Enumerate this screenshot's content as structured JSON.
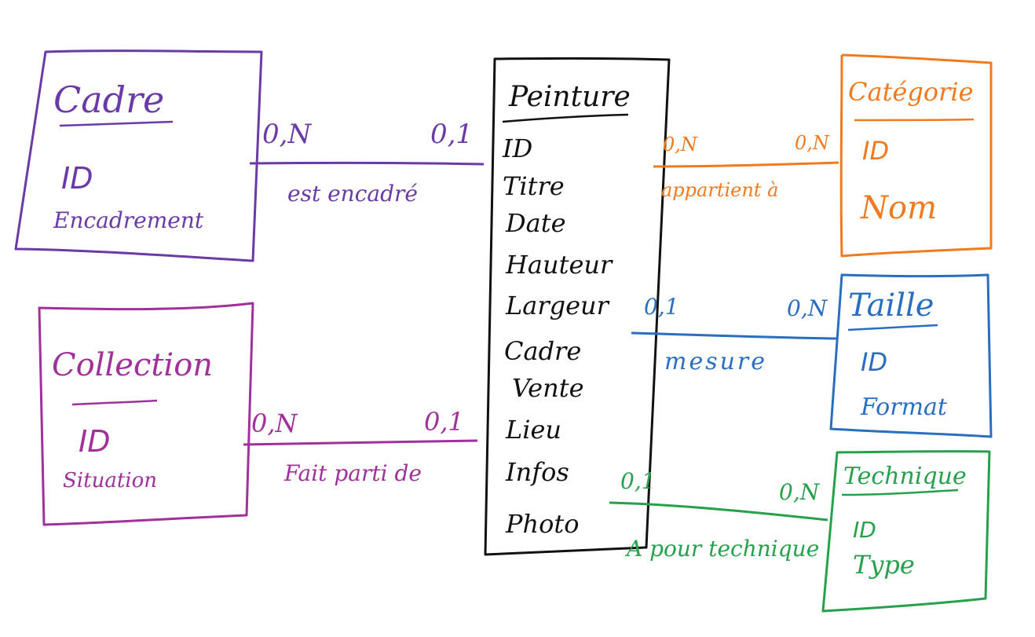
{
  "colors": {
    "cadre": "#6a3aa6",
    "collection": "#a0309a",
    "peinture": "#111111",
    "categorie": "#ef7a1f",
    "taille": "#2a6ebf",
    "technique": "#27a04c"
  },
  "entities": {
    "cadre": {
      "title": "Cadre",
      "attributes": [
        "ID",
        "Encadrement"
      ]
    },
    "collection": {
      "title": "Collection",
      "attributes": [
        "ID",
        "Situation"
      ]
    },
    "peinture": {
      "title": "Peinture",
      "attributes": [
        "ID",
        "Titre",
        "Date",
        "Hauteur",
        "Largeur",
        "Cadre",
        "Vente",
        "Lieu",
        "Infos",
        "Photo"
      ]
    },
    "categorie": {
      "title": "Catégorie",
      "attributes": [
        "ID",
        "Nom"
      ]
    },
    "taille": {
      "title": "Taille",
      "attributes": [
        "ID",
        "Format"
      ]
    },
    "technique": {
      "title": "Technique",
      "attributes": [
        "ID",
        "Type"
      ]
    }
  },
  "relations": {
    "est_encadre": {
      "label": "est encadré",
      "card_left": "0,N",
      "card_right": "0,1"
    },
    "fait_partie_de": {
      "label": "Fait parti de",
      "card_left": "0,N",
      "card_right": "0,1"
    },
    "appartient_a": {
      "label": "appartient à",
      "card_left": "0,N",
      "card_right": "0,N"
    },
    "mesure": {
      "label": "mesure",
      "card_left": "0,1",
      "card_right": "0,N"
    },
    "a_pour_technique": {
      "label": "A pour technique",
      "card_left": "0,1",
      "card_right": "0,N"
    }
  }
}
